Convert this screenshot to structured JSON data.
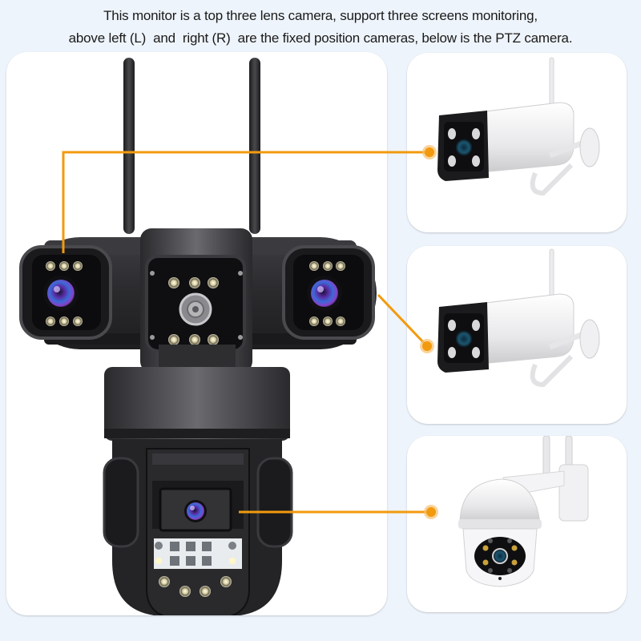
{
  "caption": {
    "line1": "This monitor is a top three lens camera, support three screens monitoring,",
    "line2": "above left (L)  and  right (R)  are the fixed position cameras, below is the PTZ camera."
  },
  "main_product": {
    "name": "Three lens PTZ camera",
    "lenses": [
      "left fixed lens (L)",
      "right fixed lens (R)",
      "bottom PTZ lens"
    ]
  },
  "equivalents": [
    {
      "label": "Fixed position bullet camera (L)",
      "type": "bullet"
    },
    {
      "label": "Fixed position bullet camera (R)",
      "type": "bullet"
    },
    {
      "label": "PTZ dome camera",
      "type": "ptz-dome"
    }
  ],
  "colors": {
    "background": "#eef4fb",
    "card": "#ffffff",
    "connector": "#f29a0e",
    "camera_body": "#2b2b2e",
    "white_camera": "#f2f2f2"
  }
}
